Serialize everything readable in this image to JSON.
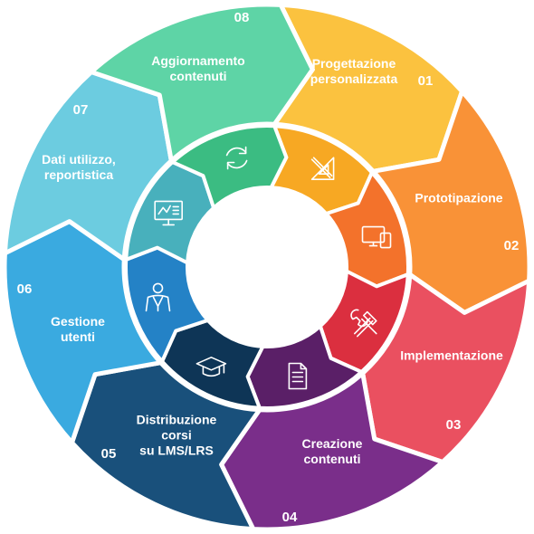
{
  "segments": [
    {
      "num": "01",
      "lines": [
        "Progettazione",
        "personalizzata"
      ],
      "outer_color": "#FBC23F",
      "inner_color": "#F7A823",
      "icon": "ruler-square-icon"
    },
    {
      "num": "02",
      "lines": [
        "Prototipazione"
      ],
      "outer_color": "#F99237",
      "inner_color": "#F3722B",
      "icon": "devices-icon"
    },
    {
      "num": "03",
      "lines": [
        "Implementazione"
      ],
      "outer_color": "#EA5060",
      "inner_color": "#DB2F3F",
      "icon": "tools-icon"
    },
    {
      "num": "04",
      "lines": [
        "Creazione",
        "contenuti"
      ],
      "outer_color": "#7A2E8A",
      "inner_color": "#5A1F67",
      "icon": "document-icon"
    },
    {
      "num": "05",
      "lines": [
        "Distribuzione",
        "corsi",
        "su LMS/LRS"
      ],
      "outer_color": "#19507B",
      "inner_color": "#0E3556",
      "icon": "graduation-cap-icon"
    },
    {
      "num": "06",
      "lines": [
        "Gestione",
        "utenti"
      ],
      "outer_color": "#3AAAE0",
      "inner_color": "#2482C6",
      "icon": "user-icon"
    },
    {
      "num": "07",
      "lines": [
        "Dati utilizzo,",
        "reportistica"
      ],
      "outer_color": "#6CCCE0",
      "inner_color": "#48B0BC",
      "icon": "presentation-chart-icon"
    },
    {
      "num": "08",
      "lines": [
        "Aggiornamento",
        "contenuti"
      ],
      "outer_color": "#5ED4A6",
      "inner_color": "#3BBC82",
      "icon": "refresh-icon"
    }
  ]
}
